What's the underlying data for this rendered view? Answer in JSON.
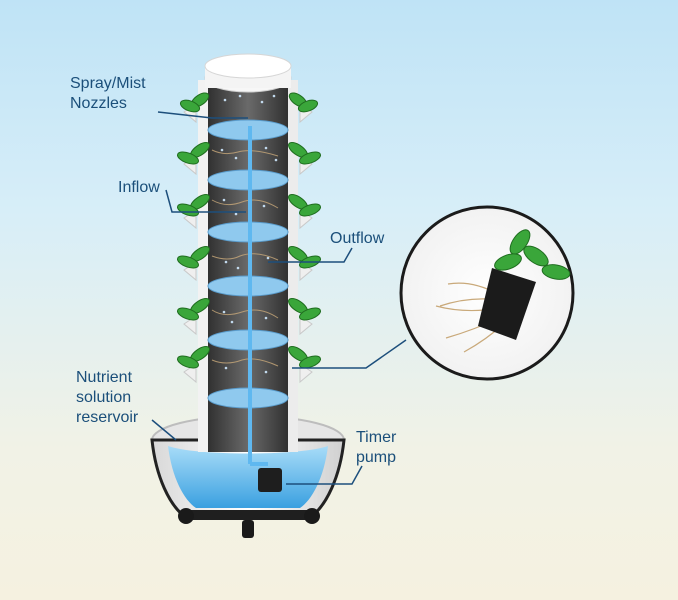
{
  "labels": {
    "spray_mist_nozzles": "Spray/Mist\nNozzles",
    "inflow": "Inflow",
    "outflow": "Outflow",
    "nutrient_solution_reservoir": "Nutrient\nsolution\nreservoir",
    "timer_pump": "Timer\npump"
  },
  "colors": {
    "label_text": "#1b4f7a",
    "leader_line": "#1d4f7c",
    "water": "#6ec3f0",
    "tower_body": "#4a4a4a",
    "plant_leaf": "#3aa63a",
    "disc": "#8fc9ee"
  },
  "icons": {
    "plant": "leaf-sprout",
    "pump": "pump-box",
    "root_cube": "rockwool-cube"
  }
}
